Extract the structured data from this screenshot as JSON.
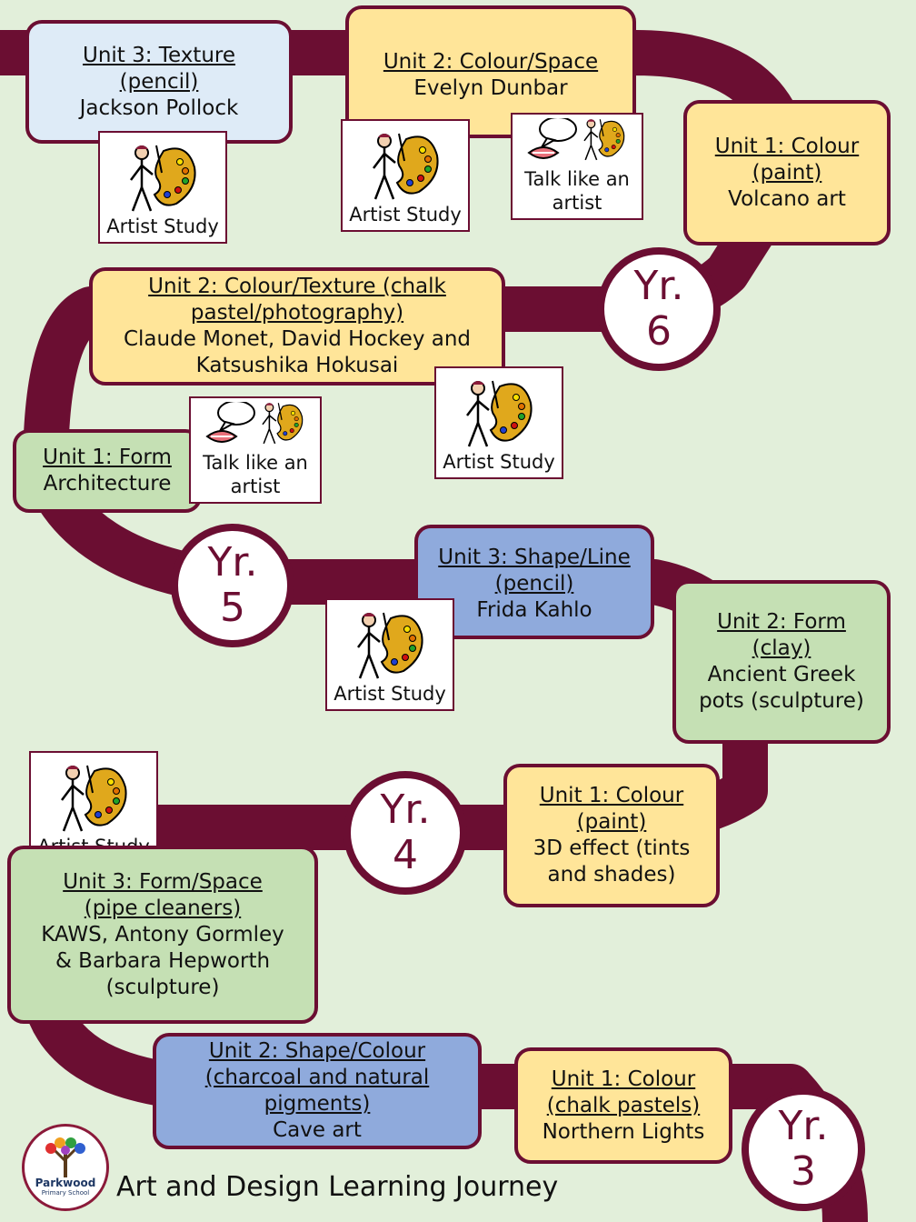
{
  "title": "Art and Design Learning Journey",
  "school": {
    "name": "Parkwood",
    "subtitle": "Primary School"
  },
  "colors": {
    "road": "#6b0e32",
    "background": "#e2efda",
    "yellow": "#ffe599",
    "light_blue": "#deebf7",
    "green": "#c5e0b4",
    "blue": "#8faadc"
  },
  "icons": {
    "artist_study": "artist-with-palette-icon",
    "talk": "speech-bubble-mouth-icon"
  },
  "years": [
    {
      "label": "Yr.",
      "number": "3"
    },
    {
      "label": "Yr.",
      "number": "4"
    },
    {
      "label": "Yr.",
      "number": "5"
    },
    {
      "label": "Yr.",
      "number": "6"
    }
  ],
  "units": {
    "y3u1": {
      "title": "Unit 1: Colour",
      "medium": "(chalk pastels)",
      "desc": [
        "Northern Lights"
      ]
    },
    "y3u2": {
      "title": "Unit 2: Shape/Colour",
      "medium": "(charcoal and natural pigments)",
      "desc": [
        "Cave art"
      ]
    },
    "y3u3": {
      "title": "Unit 3: Form/Space",
      "medium": "(pipe cleaners)",
      "desc": [
        "KAWS, Antony Gormley",
        "& Barbara Hepworth",
        "(sculpture)"
      ]
    },
    "y4u1": {
      "title": "Unit 1: Colour",
      "medium": "(paint)",
      "desc": [
        "3D effect (tints",
        "and shades)"
      ]
    },
    "y4u2": {
      "title": "Unit 2: Form",
      "medium": "(clay)",
      "desc": [
        "Ancient Greek",
        "pots (sculpture)"
      ]
    },
    "y4u3": {
      "title": "Unit 3: Shape/Line",
      "medium": "(pencil)",
      "desc": [
        "Frida Kahlo"
      ]
    },
    "y5u1": {
      "title": "Unit 1: Form",
      "medium": "",
      "desc": [
        "Architecture"
      ]
    },
    "y5u2": {
      "title": "Unit 2: Colour/Texture (chalk",
      "medium": "pastel/photography)",
      "desc": [
        "Claude Monet, David Hockey and",
        "Katsushika Hokusai"
      ]
    },
    "y6u1": {
      "title": "Unit 1: Colour",
      "medium": "(paint)",
      "desc": [
        "Volcano art"
      ]
    },
    "y6u2": {
      "title": "Unit 2: Colour/Space",
      "medium": "",
      "desc": [
        "Evelyn Dunbar"
      ]
    },
    "y6u3": {
      "title": "Unit 3: Texture",
      "medium": "(pencil)",
      "desc": [
        "Jackson Pollock"
      ]
    }
  },
  "cards": {
    "artist_study": "Artist Study",
    "talk_line1": "Talk like an",
    "talk_line2": "artist"
  }
}
